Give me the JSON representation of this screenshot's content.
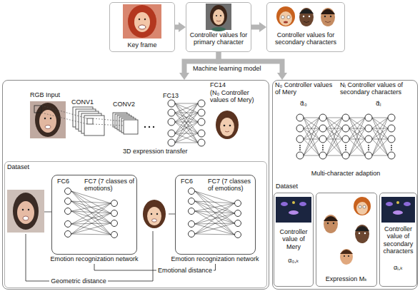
{
  "diagram": {
    "nodes": [
      {
        "text": [
          "Key frame"
        ]
      },
      {
        "text": [
          "Controller values for primary character"
        ]
      },
      {
        "text": [
          "Controller values for secondary characters"
        ]
      },
      {
        "text": [
          "3D expression transfer"
        ]
      },
      {
        "text": [
          "Dataset"
        ],
        "in": 3
      },
      {
        "text": [
          "FC6",
          "FC7 (7 classes of emotions)",
          "Emotion recognization network"
        ],
        "in": 4
      },
      {
        "text": [
          "FC6",
          "FC7 (7 classes of emotions)",
          "Emotion recognization network"
        ],
        "in": 4
      },
      {
        "text": [
          "Multi-character adaption"
        ]
      },
      {
        "text": [
          "Controller value of Mery",
          "α₀,ₖ"
        ],
        "in": 7
      },
      {
        "text": [
          "Expression Mₖ"
        ],
        "in": 7
      },
      {
        "text": [
          "Controller value of secondary characters",
          "αᵢ,ₖ"
        ],
        "in": 7
      }
    ],
    "edges": [
      {
        "from": 0,
        "to": 1,
        "arrow": "to"
      },
      {
        "from": 1,
        "to": 2,
        "arrow": "to"
      },
      {
        "from": 1,
        "to": 3,
        "arrow": "to",
        "label": "Machine learning model"
      },
      {
        "from": 1,
        "to": 7,
        "arrow": "to"
      },
      {
        "from": 5,
        "to": 6,
        "arrow": "none",
        "label": "Emotional distance"
      }
    ],
    "labels": [
      "RGB Input",
      "CONV1",
      "CONV2",
      "FC13",
      "FC14",
      "(N₀ Controller values of Mery)",
      "Geometric distance",
      "N₀ Controller values of Mery",
      "α⃗₀",
      "Nᵢ Controller values of secondary characters",
      "α⃗ᵢ",
      "Dataset"
    ]
  }
}
